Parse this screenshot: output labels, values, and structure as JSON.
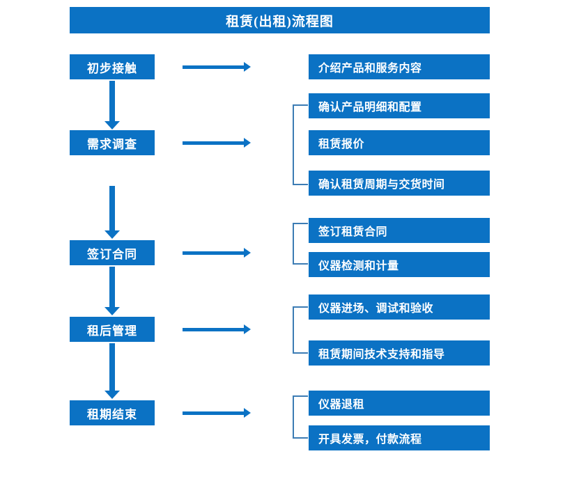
{
  "title": "租赁(出租)流程图",
  "colors": {
    "primary_blue": "#0B72C4",
    "bracket_blue": "#3C7CB4",
    "text_on_blue": "#FFFFFF",
    "background": "#FFFFFF"
  },
  "stages": [
    {
      "id": "stage-1",
      "label": "初步接触"
    },
    {
      "id": "stage-2",
      "label": "需求调查"
    },
    {
      "id": "stage-3",
      "label": "签订合同"
    },
    {
      "id": "stage-4",
      "label": "租后管理"
    },
    {
      "id": "stage-5",
      "label": "租期结束"
    }
  ],
  "details": [
    {
      "id": "detail-1-1",
      "label": "介绍产品和服务内容"
    },
    {
      "id": "detail-2-1",
      "label": "确认产品明细和配置"
    },
    {
      "id": "detail-2-2",
      "label": "租赁报价"
    },
    {
      "id": "detail-2-3",
      "label": "确认租赁周期与交货时间"
    },
    {
      "id": "detail-3-1",
      "label": "签订租赁合同"
    },
    {
      "id": "detail-3-2",
      "label": "仪器检测和计量"
    },
    {
      "id": "detail-4-1",
      "label": "仪器进场、调试和验收"
    },
    {
      "id": "detail-4-2",
      "label": "租赁期间技术支持和指导"
    },
    {
      "id": "detail-5-1",
      "label": "仪器退租"
    },
    {
      "id": "detail-5-2",
      "label": "开具发票，付款流程"
    }
  ],
  "groups": [
    {
      "id": "group-2",
      "stage": "需求调查",
      "members": [
        "确认产品明细和配置",
        "租赁报价",
        "确认租赁周期与交货时间"
      ]
    },
    {
      "id": "group-3",
      "stage": "签订合同",
      "members": [
        "签订租赁合同",
        "仪器检测和计量"
      ]
    },
    {
      "id": "group-4",
      "stage": "租后管理",
      "members": [
        "仪器进场、调试和验收",
        "租赁期间技术支持和指导"
      ]
    },
    {
      "id": "group-5",
      "stage": "租期结束",
      "members": [
        "仪器退租",
        "开具发票，付款流程"
      ]
    }
  ],
  "flow_order": [
    "初步接触",
    "需求调查",
    "签订合同",
    "租后管理",
    "租期结束"
  ]
}
